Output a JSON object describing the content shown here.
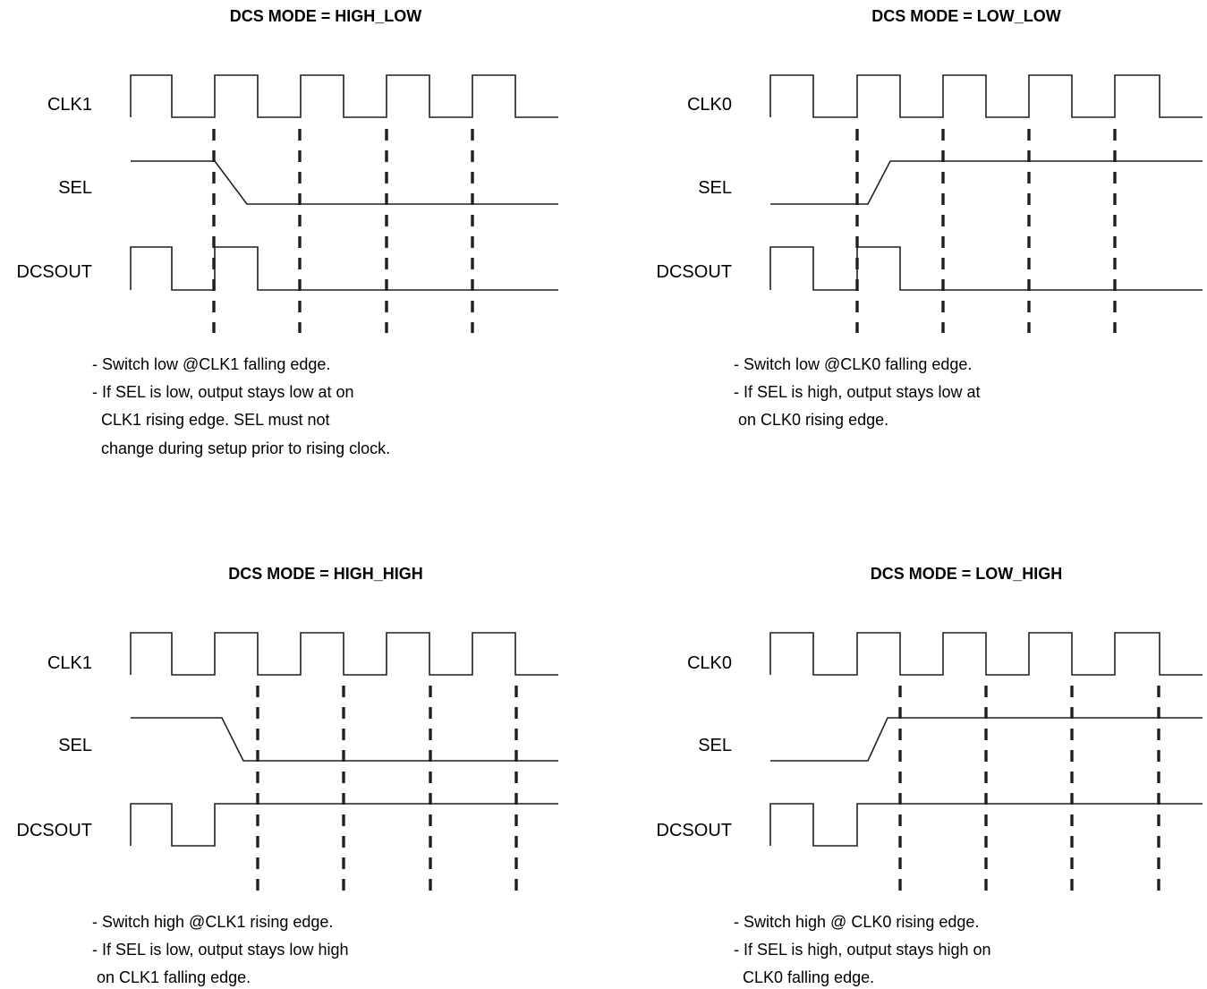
{
  "panels": [
    {
      "title": "DCS MODE = HIGH_LOW",
      "clock_label": "CLK1",
      "sel_label": "SEL",
      "out_label": "DCSOUT",
      "notes": [
        "- Switch low @CLK1 falling edge.",
        "- If SEL is low, output stays low at on",
        "  CLK1 rising edge. SEL must not",
        "  change during setup prior to rising clock."
      ]
    },
    {
      "title": "DCS MODE = LOW_LOW",
      "clock_label": "CLK0",
      "sel_label": "SEL",
      "out_label": "DCSOUT",
      "notes": [
        "- Switch low @CLK0 falling edge.",
        "- If SEL is high, output stays low at",
        " on CLK0 rising edge."
      ]
    },
    {
      "title": "DCS MODE = HIGH_HIGH",
      "clock_label": "CLK1",
      "sel_label": "SEL",
      "out_label": "DCSOUT",
      "notes": [
        "- Switch high @CLK1 rising edge.",
        "- If SEL is low, output stays low high",
        " on CLK1 falling edge."
      ]
    },
    {
      "title": "DCS MODE = LOW_HIGH",
      "clock_label": "CLK0",
      "sel_label": "SEL",
      "out_label": "DCSOUT",
      "notes": [
        "- Switch high @ CLK0 rising edge.",
        "- If SEL is high, output stays high on",
        "  CLK0 falling edge."
      ]
    }
  ]
}
